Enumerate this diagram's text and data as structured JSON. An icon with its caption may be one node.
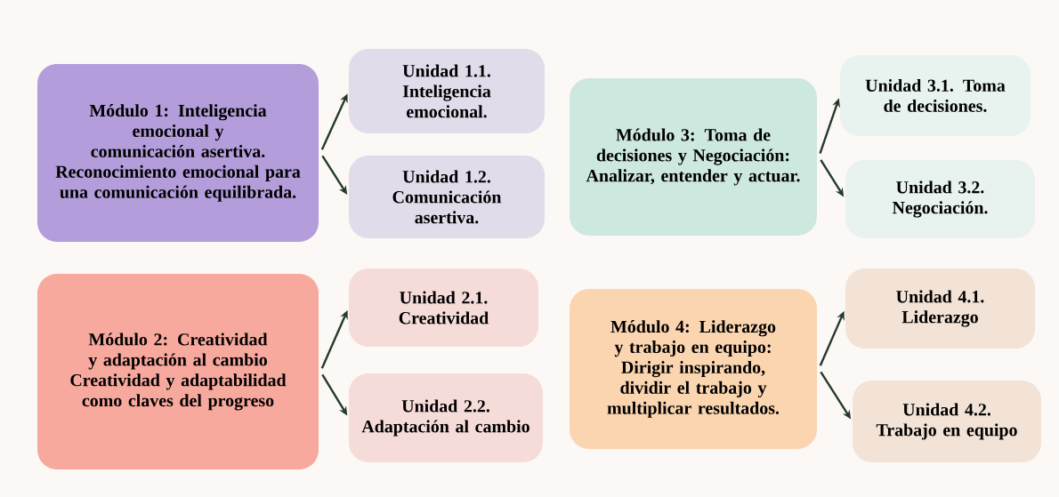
{
  "diagram": {
    "nodes": [
      {
        "text": [
          "Módulo 1: Inteligencia emocional y comunicación asertiva.",
          "Reconocimiento emocional para una comunicación equilibrada."
        ]
      },
      {
        "text": [
          "Unidad 1.1. Inteligencia emocional."
        ]
      },
      {
        "text": [
          "Unidad 1.2. Comunicación asertiva."
        ]
      },
      {
        "text": [
          "Módulo 3: Toma de decisiones y Negociación:",
          "Analizar, entender y actuar."
        ]
      },
      {
        "text": [
          "Unidad 3.1. Toma de decisiones."
        ]
      },
      {
        "text": [
          "Unidad 3.2. Negociación."
        ]
      },
      {
        "text": [
          "Módulo 2: Creatividad y adaptación al cambio",
          "Creatividad y adaptabilidad como claves del progreso"
        ]
      },
      {
        "text": [
          "Unidad 2.1. Creatividad"
        ]
      },
      {
        "text": [
          "Unidad 2.2. Adaptación al cambio"
        ]
      },
      {
        "text": [
          "Módulo 4: Liderazgo y trabajo en equipo:",
          "Dirigir inspirando, dividir el trabajo y multiplicar resultados."
        ]
      },
      {
        "text": [
          "Unidad 4.1. Liderazgo"
        ]
      },
      {
        "text": [
          "Unidad 4.2. Trabajo en equipo"
        ]
      }
    ],
    "edges": [
      {
        "from": 0,
        "to": 1,
        "arrow": "to"
      },
      {
        "from": 0,
        "to": 2,
        "arrow": "to"
      },
      {
        "from": 3,
        "to": 4,
        "arrow": "to"
      },
      {
        "from": 3,
        "to": 5,
        "arrow": "to"
      },
      {
        "from": 6,
        "to": 7,
        "arrow": "to"
      },
      {
        "from": 6,
        "to": 8,
        "arrow": "to"
      },
      {
        "from": 9,
        "to": 10,
        "arrow": "to"
      },
      {
        "from": 9,
        "to": 11,
        "arrow": "to"
      }
    ]
  }
}
